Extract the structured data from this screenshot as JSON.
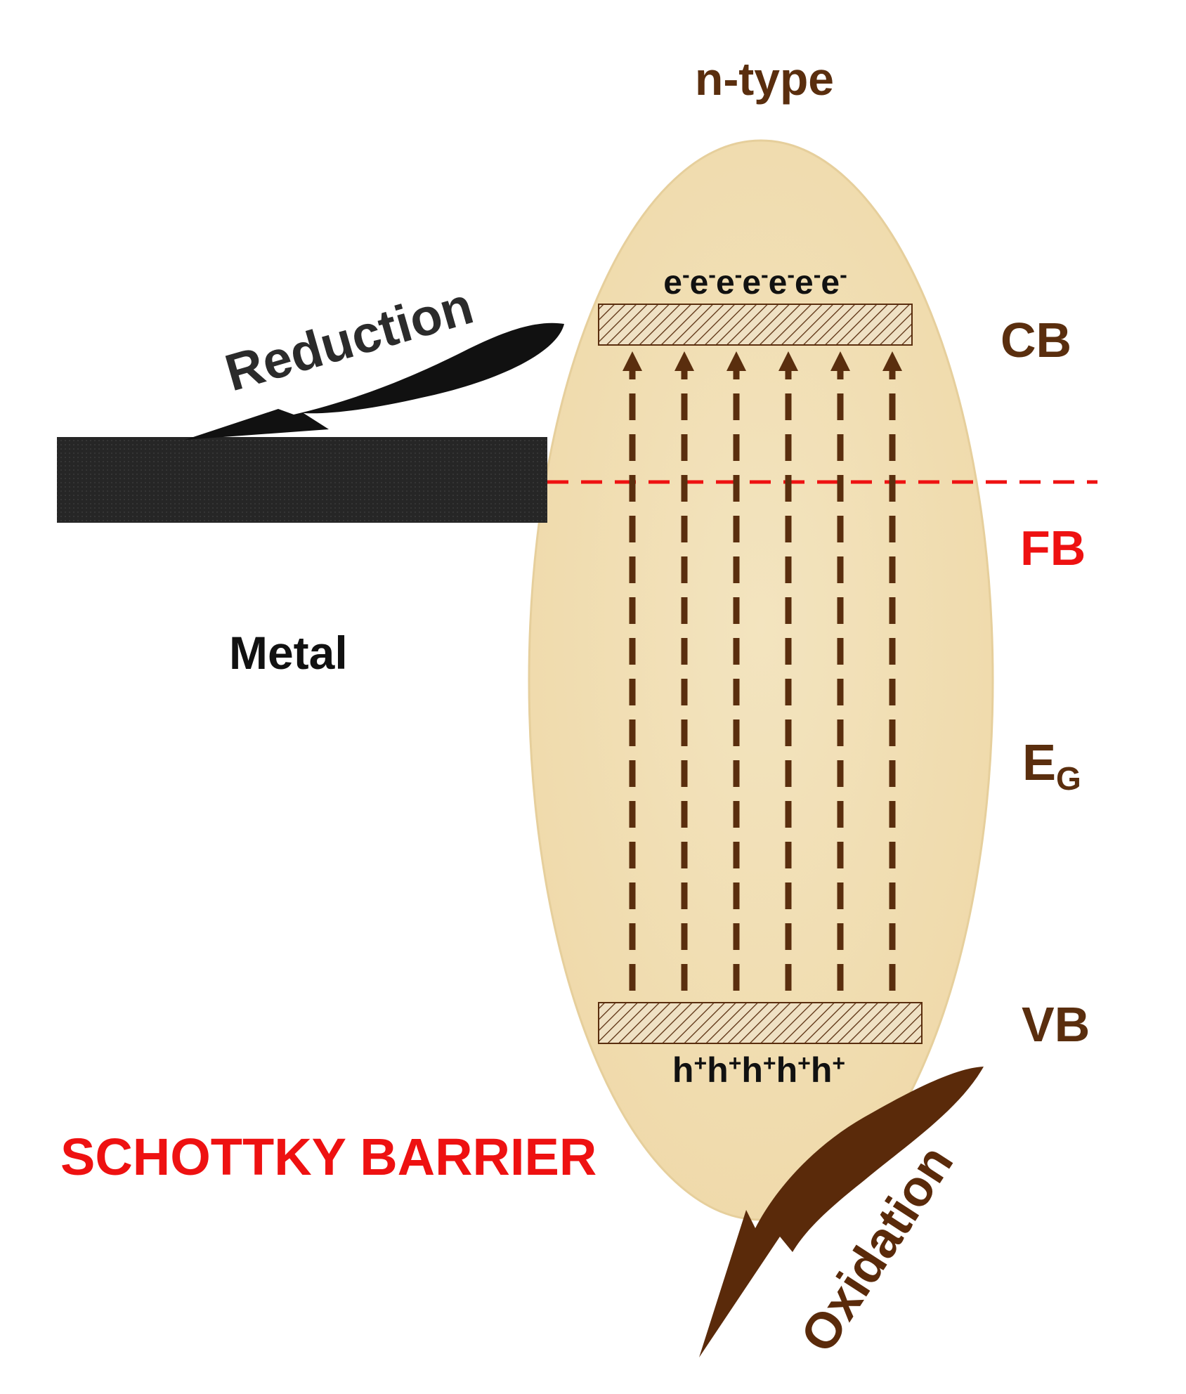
{
  "labels": {
    "semiconductor_type": "n-type",
    "reduction": "Reduction",
    "oxidation": "Oxidation",
    "metal": "Metal",
    "cb": "CB",
    "vb": "VB",
    "fb": "FB",
    "eg_main": "E",
    "eg_sub": "G",
    "electron_base": "e",
    "electron_charge": "-",
    "hole_base": "h",
    "hole_charge": "+",
    "barrier": "SCHOTTKY BARRIER"
  },
  "counts": {
    "electrons": 7,
    "holes": 5,
    "excitation_arrows": 6
  },
  "colors": {
    "brown": "#5a2e0e",
    "red": "#ee1111",
    "black": "#111111",
    "metal": "#262626",
    "ellipse_fill": "#f1dfb5",
    "ellipse_edge": "#e6cf9c",
    "hatch_fill": "#efe1c4",
    "oxidation_arrow": "#5a2a0a"
  }
}
